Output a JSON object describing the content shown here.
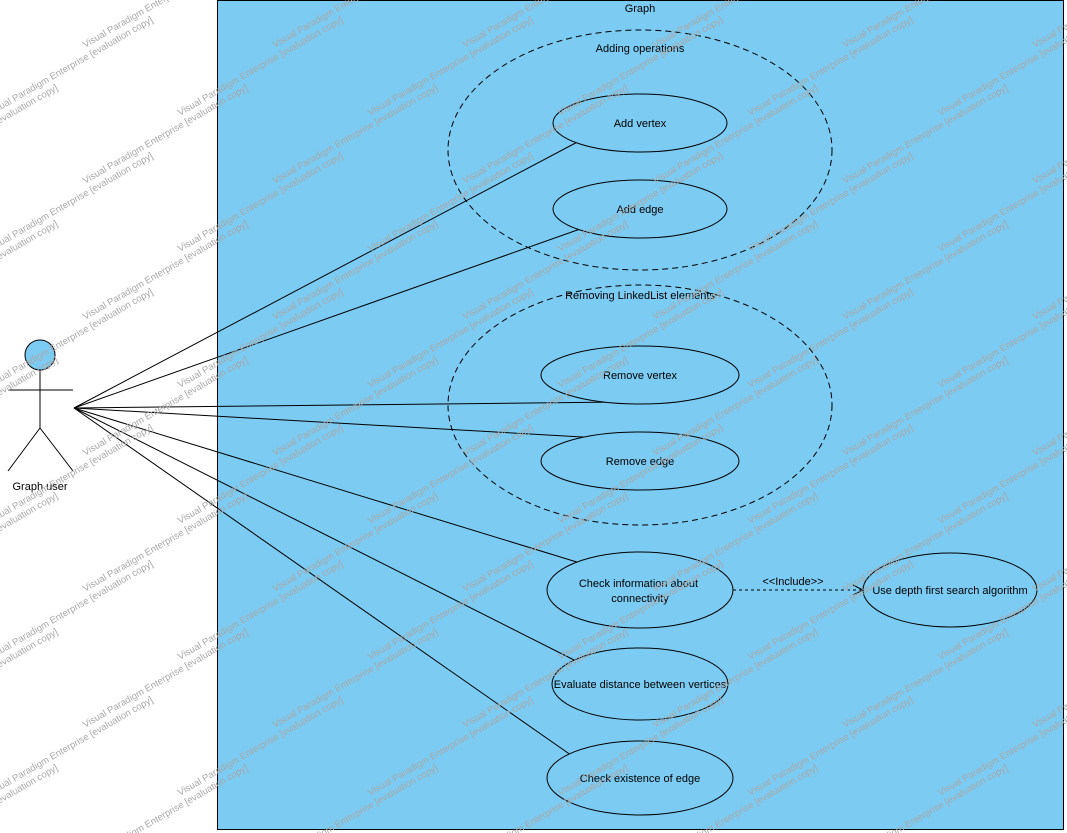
{
  "system": {
    "title": "Graph"
  },
  "actor": {
    "name": "Graph user"
  },
  "groups": [
    {
      "label": "Adding operations"
    },
    {
      "label": "Removing LinkedList elements"
    }
  ],
  "use_cases": [
    {
      "label": "Add vertex"
    },
    {
      "label": "Add edge"
    },
    {
      "label": "Remove vertex"
    },
    {
      "label": "Remove edge"
    },
    {
      "label": "Check information about",
      "label2": "connectivity"
    },
    {
      "label": "Evaluate distance between vertices"
    },
    {
      "label": "Check existence of edge"
    },
    {
      "label": "Use depth first search algorithm"
    }
  ],
  "include": {
    "label": "<<Include>>"
  },
  "watermark": {
    "text": "Visual Paradigm Enterprise [evaluation copy]"
  },
  "colors": {
    "system_fill": "#7ccbf3",
    "stroke": "#000000",
    "watermark": "#a8a8a8"
  }
}
